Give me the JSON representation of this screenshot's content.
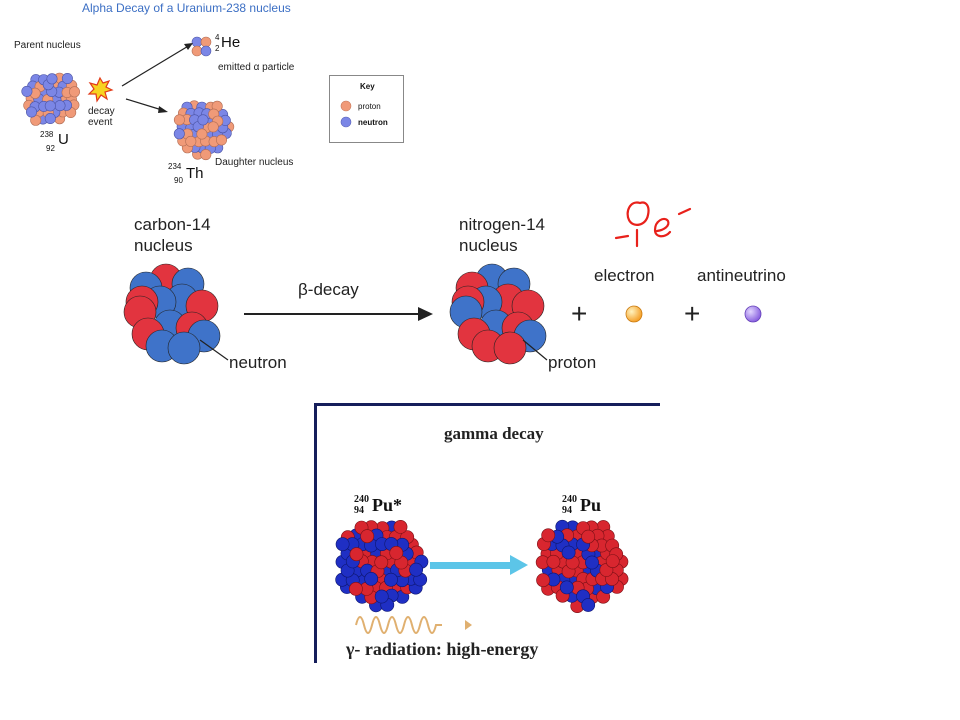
{
  "alpha": {
    "title": "Alpha Decay of a Uranium-238 nucleus",
    "parent_label": "Parent nucleus",
    "decay_event": "decay\nevent",
    "parent_symbol": "U",
    "parent_mass": "238",
    "parent_atomic": "92",
    "alpha_symbol": "He",
    "alpha_mass": "4",
    "alpha_atomic": "2",
    "alpha_caption": "emitted α particle",
    "daughter_label": "Daughter nucleus",
    "daughter_symbol": "Th",
    "daughter_mass": "234",
    "daughter_atomic": "90",
    "key": {
      "title": "Key",
      "items": [
        {
          "label": "proton",
          "color": "#f09a78"
        },
        {
          "label": "neutron",
          "color": "#7b86e6"
        }
      ]
    }
  },
  "beta": {
    "carbon_label": "carbon-14\nnucleus",
    "nitrogen_label": "nitrogen-14\nnucleus",
    "process_label": "β-decay",
    "neutron_label": "neutron",
    "proton_label": "proton",
    "electron_label": "electron",
    "antineutrino_label": "antineutrino",
    "plus": "+",
    "colors": {
      "proton": "#e2343f",
      "neutron": "#3f73c9",
      "electron": "#f5a12a",
      "antineutrino": "#8a62e0"
    }
  },
  "annotation": {
    "text": "0 -1 e-",
    "color": "#e8211b"
  },
  "gamma": {
    "title": "gamma decay",
    "pu_left_symbol": "Pu*",
    "pu_right_symbol": "Pu",
    "pu_mass": "240",
    "pu_atomic": "94",
    "radiation_label": "γ- radiation: high-energy",
    "colors": {
      "proton": "#d8262f",
      "neutron": "#1f2fc4",
      "arrow": "#5cc5e8"
    }
  }
}
